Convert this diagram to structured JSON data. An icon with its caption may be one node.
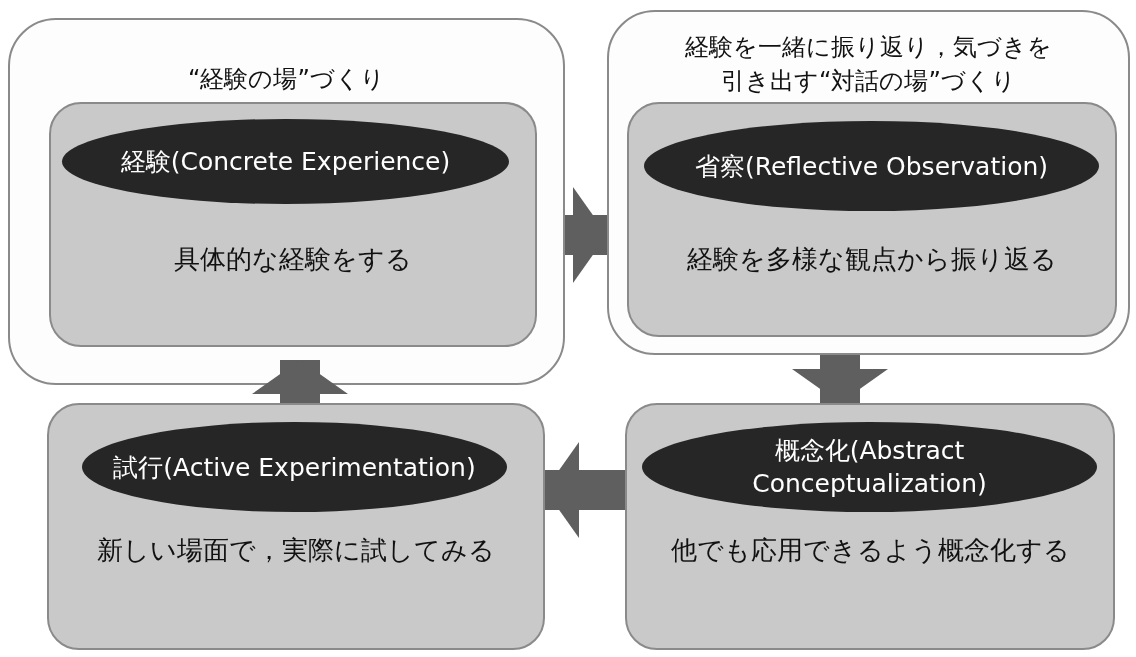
{
  "diagram": {
    "nodes": [
      {
        "text": [
          "“経験の場”づくり"
        ]
      },
      {
        "text": [
          "具体的な経験をする"
        ],
        "in": 0
      },
      {
        "text": [
          "経験(Concrete Experience)"
        ],
        "in": 1
      },
      {
        "text": [
          "経験を一緒に振り返り，気づきを引き出す“対話の場”づくり"
        ]
      },
      {
        "text": [
          "経験を多様な観点から振り返る"
        ],
        "in": 3
      },
      {
        "text": [
          "省察(Reflective Observation)"
        ],
        "in": 4
      },
      {
        "text": [
          "新しい場面で，実際に試してみる"
        ]
      },
      {
        "text": [
          "試行(Active Experimentation)"
        ],
        "in": 6
      },
      {
        "text": [
          "他でも応用できるよう概念化する"
        ]
      },
      {
        "text": [
          "概念化(Abstract Conceptualization)"
        ],
        "in": 8
      }
    ],
    "edges": [
      {
        "from": 0,
        "to": 3,
        "arrow": "to"
      },
      {
        "from": 3,
        "to": 8,
        "arrow": "to"
      },
      {
        "from": 8,
        "to": 6,
        "arrow": "to"
      },
      {
        "from": 6,
        "to": 0,
        "arrow": "to"
      }
    ]
  }
}
